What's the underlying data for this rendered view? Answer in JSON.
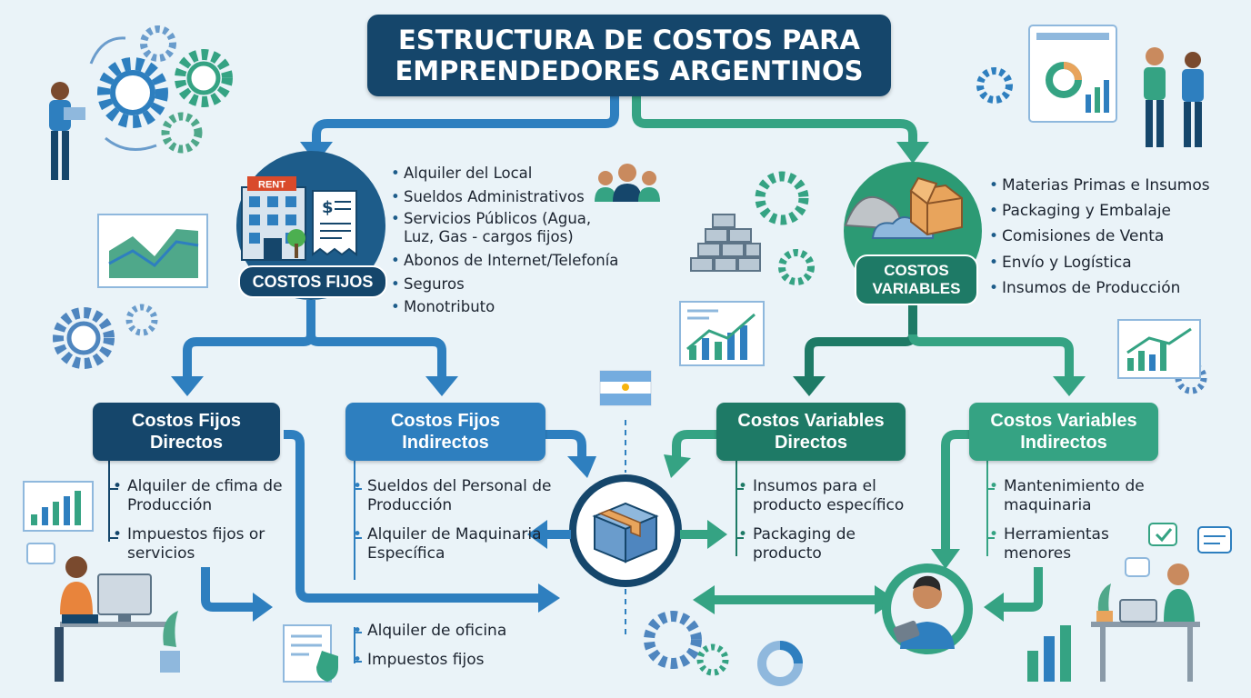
{
  "title": {
    "line1": "ESTRUCTURA DE COSTOS PARA",
    "line2": "EMPRENDEDORES ARGENTINOS"
  },
  "fixed_costs": {
    "label": "COSTOS FIJOS",
    "rent_sign": "RENT",
    "items": [
      "Alquiler del Local",
      "Sueldos Administrativos",
      "Servicios Públicos (Agua,",
      "Luz, Gas - cargos fijos)",
      "Abonos de Internet/Telefonía",
      "Seguros",
      "Monotributo"
    ]
  },
  "variable_costs": {
    "label_line1": "COSTOS",
    "label_line2": "VARIABLES",
    "items": [
      "Materias Primas e Insumos",
      "Packaging y Embalaje",
      "Comisiones de Venta",
      "Envío y Logística",
      "Insumos de Producción"
    ]
  },
  "categories": {
    "fixed_direct": {
      "line1": "Costos Fijos",
      "line2": "Directos",
      "items": [
        "Alquiler de cfima de Producción",
        "Impuestos fijos or servicios"
      ]
    },
    "fixed_indirect": {
      "line1": "Costos Fijos",
      "line2": "Indirectos",
      "items": [
        "Sueldos del Personal de Producción",
        "Alquiler de Maquinaria Específica"
      ]
    },
    "variable_direct": {
      "line1": "Costos Variables",
      "line2": "Directos",
      "items": [
        "Insumos para el producto específico",
        "Packaging de producto"
      ]
    },
    "variable_indirect": {
      "line1": "Costos Variables",
      "line2": "Indirectos",
      "items": [
        "Mantenimiento de maquinaria",
        "Herramientas menores"
      ]
    }
  },
  "bottom_items": [
    "Alquiler de oficina",
    "Impuestos fijos"
  ],
  "colors": {
    "navy": "#15466b",
    "blue": "#2e7fbf",
    "green": "#1e7a66",
    "light_green": "#35a383",
    "background": "#eaf3f8"
  },
  "icons": [
    "gear-icon",
    "person-laptop-icon",
    "building-icon",
    "receipt-icon",
    "people-icon",
    "chart-icon",
    "coins-icon",
    "materials-icon",
    "boxes-icon",
    "argentina-flag-icon",
    "package-icon",
    "worker-icon",
    "presentation-icon",
    "document-shield-icon",
    "donut-chart-icon",
    "chat-icon"
  ]
}
